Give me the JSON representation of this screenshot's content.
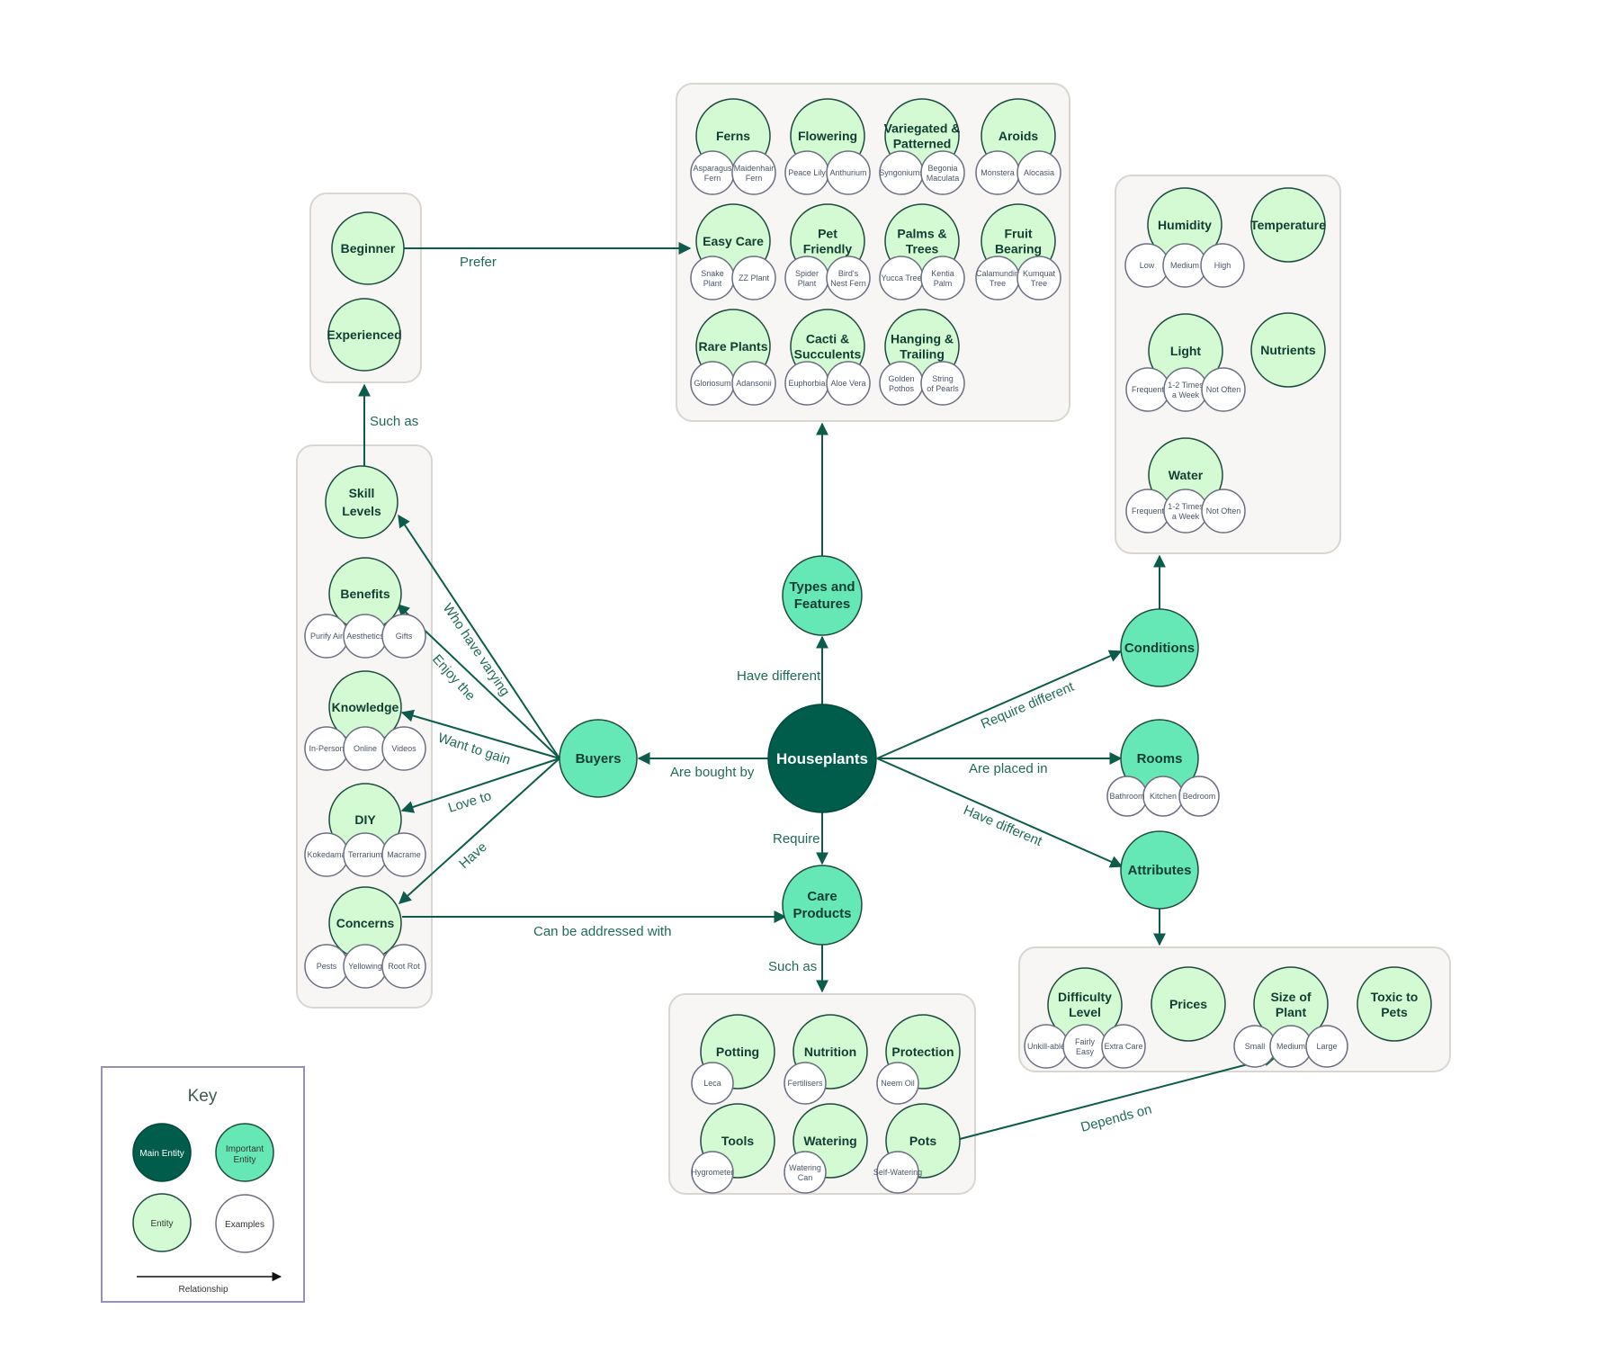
{
  "main": {
    "label": "Houseplants"
  },
  "important": {
    "buyers": "Buyers",
    "types": [
      "Types and",
      "Features"
    ],
    "care": [
      "Care",
      "Products"
    ],
    "conditions": "Conditions",
    "rooms": "Rooms",
    "attributes": "Attributes"
  },
  "relationships": {
    "are_bought_by": "Are bought by",
    "have_different_types": "Have different",
    "require_care": "Require",
    "require_different": "Require different",
    "are_placed_in": "Are placed in",
    "have_different_attr": "Have different",
    "prefer": "Prefer",
    "such_as_skill": "Such as",
    "who_have_varying": "Who have varying",
    "enjoy_the": "Enjoy the",
    "want_to_gain": "Want to gain",
    "love_to": "Love to",
    "have": "Have",
    "can_be_addressed_with": "Can be addressed with",
    "such_as_care": "Such as",
    "depends_on": "Depends on"
  },
  "skill": {
    "beginner": "Beginner",
    "experienced": "Experienced"
  },
  "buyer_traits": {
    "skill_levels": [
      "Skill",
      "Levels"
    ],
    "benefits": {
      "label": "Benefits",
      "examples": [
        "Purify Air",
        "Aesthetics",
        "Gifts"
      ]
    },
    "knowledge": {
      "label": "Knowledge",
      "examples": [
        "In-Person",
        "Online",
        "Videos"
      ]
    },
    "diy": {
      "label": "DIY",
      "examples": [
        "Kokedama",
        "Terrarium",
        "Macrame"
      ]
    },
    "concerns": {
      "label": "Concerns",
      "examples": [
        "Pests",
        "Yellowing",
        "Root Rot"
      ]
    }
  },
  "plant_types": [
    {
      "label": [
        "Ferns"
      ],
      "examples": [
        "Asparagus Fern",
        "Maidenhair Fern"
      ]
    },
    {
      "label": [
        "Flowering"
      ],
      "examples": [
        "Peace Lily",
        "Anthurium"
      ]
    },
    {
      "label": [
        "Variegated &",
        "Patterned"
      ],
      "examples": [
        "Syngoniums",
        "Begonia Maculata"
      ]
    },
    {
      "label": [
        "Aroids"
      ],
      "examples": [
        "Monstera",
        "Alocasia"
      ]
    },
    {
      "label": [
        "Easy Care"
      ],
      "examples": [
        "Snake Plant",
        "ZZ Plant"
      ]
    },
    {
      "label": [
        "Pet",
        "Friendly"
      ],
      "examples": [
        "Spider Plant",
        "Bird's Nest Fern"
      ]
    },
    {
      "label": [
        "Palms &",
        "Trees"
      ],
      "examples": [
        "Yucca Tree",
        "Kentia Palm"
      ]
    },
    {
      "label": [
        "Fruit",
        "Bearing"
      ],
      "examples": [
        "Calamundin Tree",
        "Kumquat Tree"
      ]
    },
    {
      "label": [
        "Rare Plants"
      ],
      "examples": [
        "Gloriosum",
        "Adansonii"
      ]
    },
    {
      "label": [
        "Cacti &",
        "Succulents"
      ],
      "examples": [
        "Euphorbia",
        "Aloe Vera"
      ]
    },
    {
      "label": [
        "Hanging &",
        "Trailing"
      ],
      "examples": [
        "Golden Pothos",
        "String of Pearls"
      ]
    }
  ],
  "conditions": {
    "humidity": {
      "label": "Humidity",
      "examples": [
        "Low",
        "Medium",
        "High"
      ]
    },
    "temperature": "Temperature",
    "light": {
      "label": "Light",
      "examples": [
        "Frequent",
        "1-2 Times a Week",
        "Not Often"
      ]
    },
    "nutrients": "Nutrients",
    "water": {
      "label": "Water",
      "examples": [
        "Frequent",
        "1-2 Times a Week",
        "Not Often"
      ]
    }
  },
  "rooms": {
    "examples": [
      "Bathroom",
      "Kitchen",
      "Bedroom"
    ]
  },
  "attributes": {
    "difficulty": {
      "label": [
        "Difficulty",
        "Level"
      ],
      "examples": [
        "Unkill-able",
        "Fairly Easy",
        "Extra Care"
      ]
    },
    "prices": "Prices",
    "size": {
      "label": [
        "Size of",
        "Plant"
      ],
      "examples": [
        "Small",
        "Medium",
        "Large"
      ]
    },
    "toxic": [
      "Toxic to",
      "Pets"
    ]
  },
  "care_products": [
    {
      "label": "Potting",
      "examples": [
        "Leca"
      ]
    },
    {
      "label": "Nutrition",
      "examples": [
        "Fertilisers"
      ]
    },
    {
      "label": "Protection",
      "examples": [
        "Neem Oil"
      ]
    },
    {
      "label": "Tools",
      "examples": [
        "Hygrometer"
      ]
    },
    {
      "label": "Watering",
      "examples": [
        "Watering Can"
      ]
    },
    {
      "label": "Pots",
      "examples": [
        "Self-Watering"
      ]
    }
  ],
  "key": {
    "title": "Key",
    "main_entity": "Main Entity",
    "important_entity": [
      "Important",
      "Entity"
    ],
    "entity": "Entity",
    "examples": "Examples",
    "relationship": "Relationship"
  },
  "colors": {
    "main": "#005c4b",
    "important": "#66e8b6",
    "entity": "#d3fad3",
    "example": "#ffffff",
    "link": "#0d5c4b",
    "group_bg": "#f7f6f4"
  }
}
